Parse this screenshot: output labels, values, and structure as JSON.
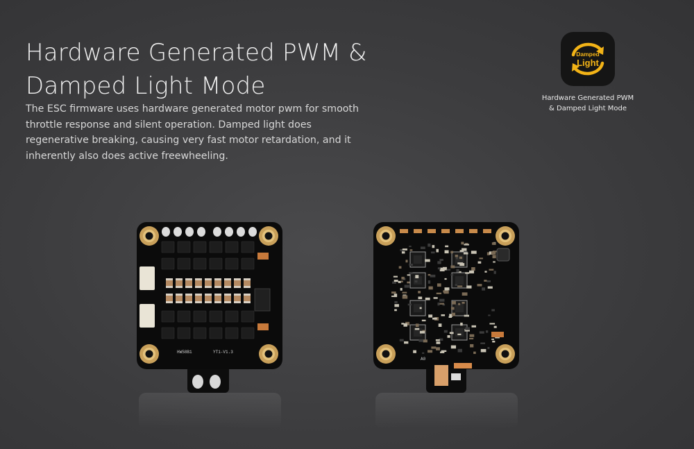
{
  "heading": {
    "line1": "Hardware Generated PWM &",
    "line2": "Damped Light Mode"
  },
  "description": "The ESC firmware uses hardware generated motor pwm for smooth throttle response and silent operation. Damped light does regenerative breaking, causing very fast motor retardation, and it inherently also does active freewheeling.",
  "badge": {
    "icon_name": "damped-light-icon",
    "icon_text_top": "Damped",
    "icon_text_bottom": "Light",
    "caption_line1": "Hardware Generated PWM",
    "caption_line2": "& Damped Light Mode",
    "accent_color": "#f2b317"
  },
  "board_front": {
    "silk_label": "HW58B1",
    "silk_version": "YT1-V1.3"
  },
  "board_back": {
    "silk_label": "A0"
  }
}
